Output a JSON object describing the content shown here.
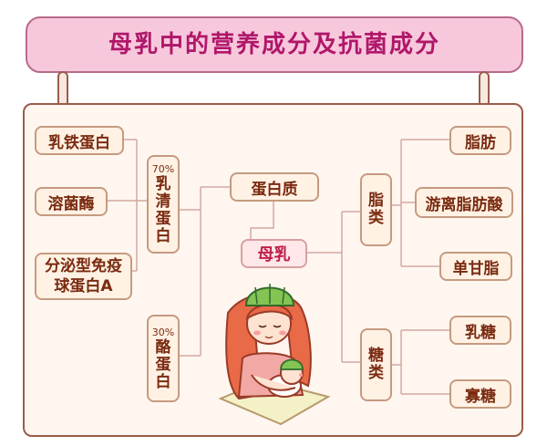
{
  "title": "母乳中的营养成分及抗菌成分",
  "center": "母乳",
  "protein": {
    "label": "蛋白质",
    "whey": {
      "pct": "70%",
      "label": "乳清蛋白",
      "items": [
        "乳铁蛋白",
        "溶菌酶",
        "分泌型免疫球蛋白A"
      ]
    },
    "casein": {
      "pct": "30%",
      "label": "酪蛋白"
    }
  },
  "fat": {
    "label": "脂类",
    "items": [
      "脂肪",
      "游离脂肪酸",
      "单甘脂"
    ]
  },
  "sugar": {
    "label": "糖类",
    "items": [
      "乳糖",
      "寡糖"
    ]
  },
  "colors": {
    "banner": "#f7c8dc",
    "title": "#b0176a",
    "node_text": "#7a2a10",
    "center_text": "#c0204a"
  }
}
